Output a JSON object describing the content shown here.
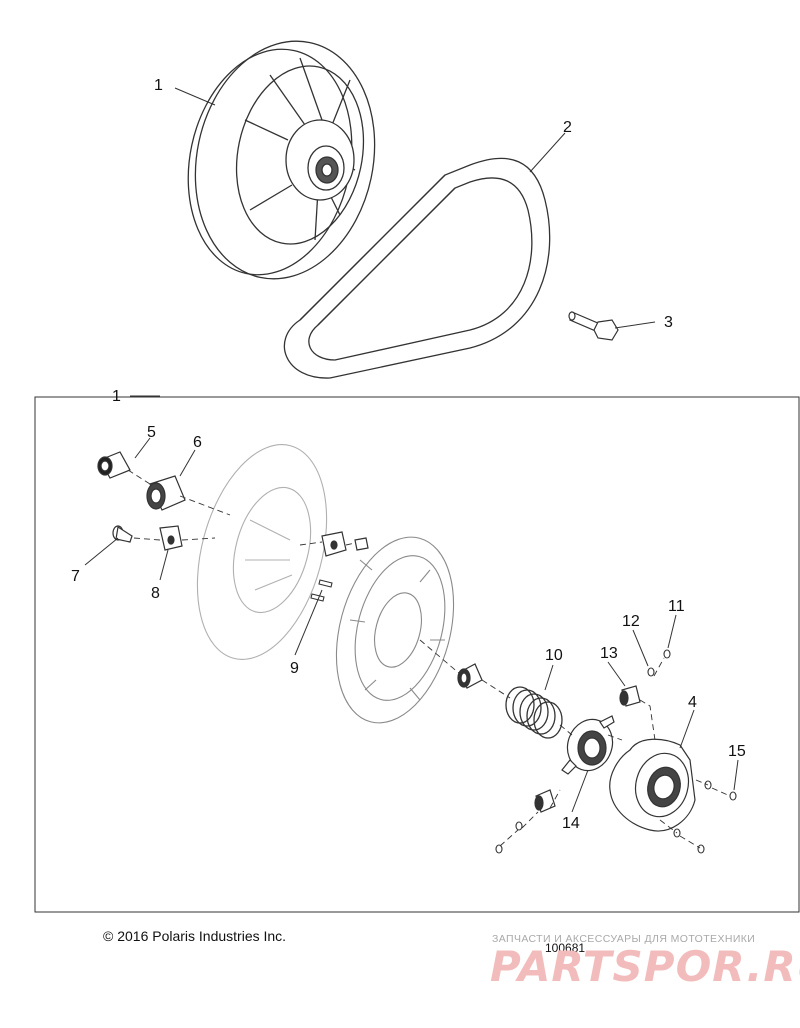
{
  "callouts": {
    "c1a": "1",
    "c2": "2",
    "c3": "3",
    "c1b": "1",
    "c5": "5",
    "c6": "6",
    "c7": "7",
    "c8": "8",
    "c9": "9",
    "c10": "10",
    "c11": "11",
    "c12": "12",
    "c13": "13",
    "c4": "4",
    "c14": "14",
    "c15": "15"
  },
  "copyright": "© 2016 Polaris Industries Inc.",
  "doc_number": "100681",
  "watermark": {
    "tagline": "ЗАПЧАСТИ И АКСЕССУАРЫ ДЛЯ МОТОТЕХНИКИ",
    "logo": "PARTSPOR.RU"
  },
  "colors": {
    "line": "#333333",
    "faded": "#b0b0b0",
    "watermark": "#f3bcbc"
  }
}
